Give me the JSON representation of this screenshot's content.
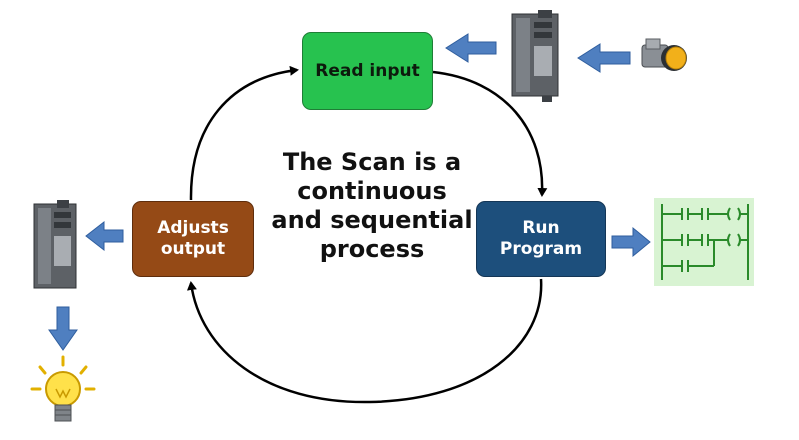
{
  "diagram": {
    "center_text": "The Scan is a\ncontinuous\nand sequential\nprocess",
    "nodes": {
      "read_input": "Read input",
      "run_program": "Run\nProgram",
      "adjusts_output": "Adjusts\noutput"
    },
    "colors": {
      "read_input": "#27c24f",
      "run_program": "#1d4f7c",
      "adjusts_output": "#954a16",
      "arrow": "#4f7fc0",
      "ladder_bg": "#d8f3d2",
      "ladder_line": "#2a8a2a"
    },
    "icons": {
      "push_button": "push-button-icon",
      "plc_input": "plc-module-icon",
      "plc_output": "plc-module-icon",
      "ladder_logic": "ladder-logic-icon",
      "light_bulb": "light-bulb-icon"
    }
  }
}
